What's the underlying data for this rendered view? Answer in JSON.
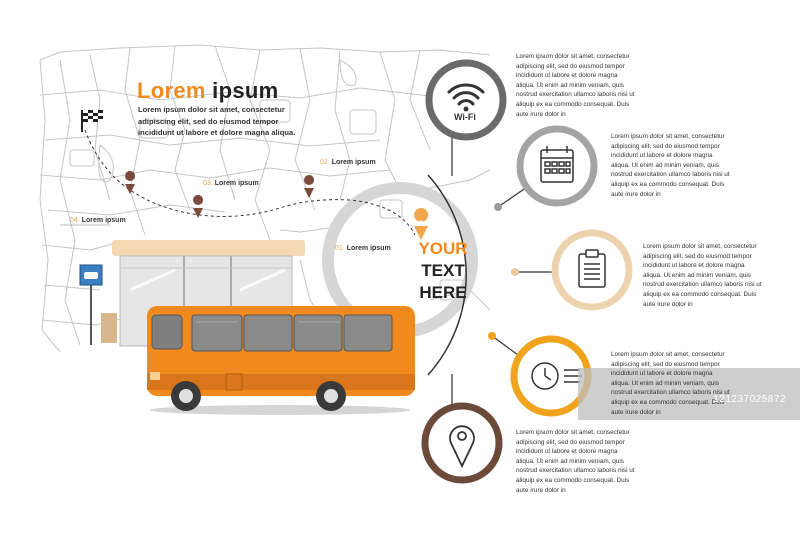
{
  "header": {
    "title_word1": "Lorem",
    "title_word2": "ipsum",
    "intro": "Lorem ipsum dolor sit amet, consectetur adipiscing elit, sed do eiusmod tempor incididunt ut labore et dolore magna aliqua."
  },
  "route_labels": [
    {
      "num": "01.",
      "text": "Lorem ipsum"
    },
    {
      "num": "02.",
      "text": "Lorem ipsum"
    },
    {
      "num": "03.",
      "text": "Lorem ipsum"
    },
    {
      "num": "04.",
      "text": "Lorem ipsum"
    }
  ],
  "center": {
    "line1": "YOUR",
    "line2": "TEXT",
    "line3": "HERE"
  },
  "features": [
    {
      "icon": "wifi-icon",
      "label": "Wi-Fi",
      "color": "#666666",
      "text": "Lorem ipsum dolor sit amet, consectetur adipiscing elit, sed do eiusmod tempor incididunt ut labore et dolore magna aliqua. Ut enim ad minim veniam, quis nostrud exercitation ullamco laboris nisi ut aliquip ex ea commodo consequat. Duis aute irure dolor in"
    },
    {
      "icon": "calendar-icon",
      "color": "#9a9a9a",
      "text": "Lorem ipsum dolor sit amet, consectetur adipiscing elit, sed do eiusmod tempor incididunt ut labore et dolore magna aliqua. Ut enim ad minim veniam, quis nostrud exercitation ullamco laboris nisi ut aliquip ex ea commodo consequat. Duis aute irure dolor in"
    },
    {
      "icon": "clipboard-icon",
      "color": "#e8c99a",
      "text": "Lorem ipsum dolor sit amet, consectetur adipiscing elit, sed do eiusmod tempor incididunt ut labore et dolore magna aliqua. Ut enim ad minim veniam, quis nostrud exercitation ullamco laboris nisi ut aliquip ex ea commodo consequat. Duis aute irure dolor in"
    },
    {
      "icon": "clock-icon",
      "color": "#f0a41e",
      "text": "Lorem ipsum dolor sit amet, consectetur adipiscing elit, sed do eiusmod tempor incididunt ut labore et dolore magna aliqua. Ut enim ad minim veniam, quis nostrud exercitation ullamco laboris nisi ut aliquip ex ea commodo consequat. Duis aute irure dolor in"
    },
    {
      "icon": "location-pin-icon",
      "color": "#6b4a3a",
      "text": "Lorem ipsum dolor sit amet, consectetur adipiscing elit, sed do eiusmod tempor incididunt ut labore et dolore magna aliqua. Ut enim ad minim veniam, quis nostrud exercitation ullamco laboris nisi ut aliquip ex ea commodo consequat. Duis aute irure dolor in"
    }
  ],
  "watermark": "121237025872",
  "colors": {
    "accent": "#f08a1e",
    "bus_body": "#f0891e",
    "shelter_roof": "#f3d9b1",
    "map_line": "#b9b9b9",
    "route_pin": "#7a4a3a"
  }
}
